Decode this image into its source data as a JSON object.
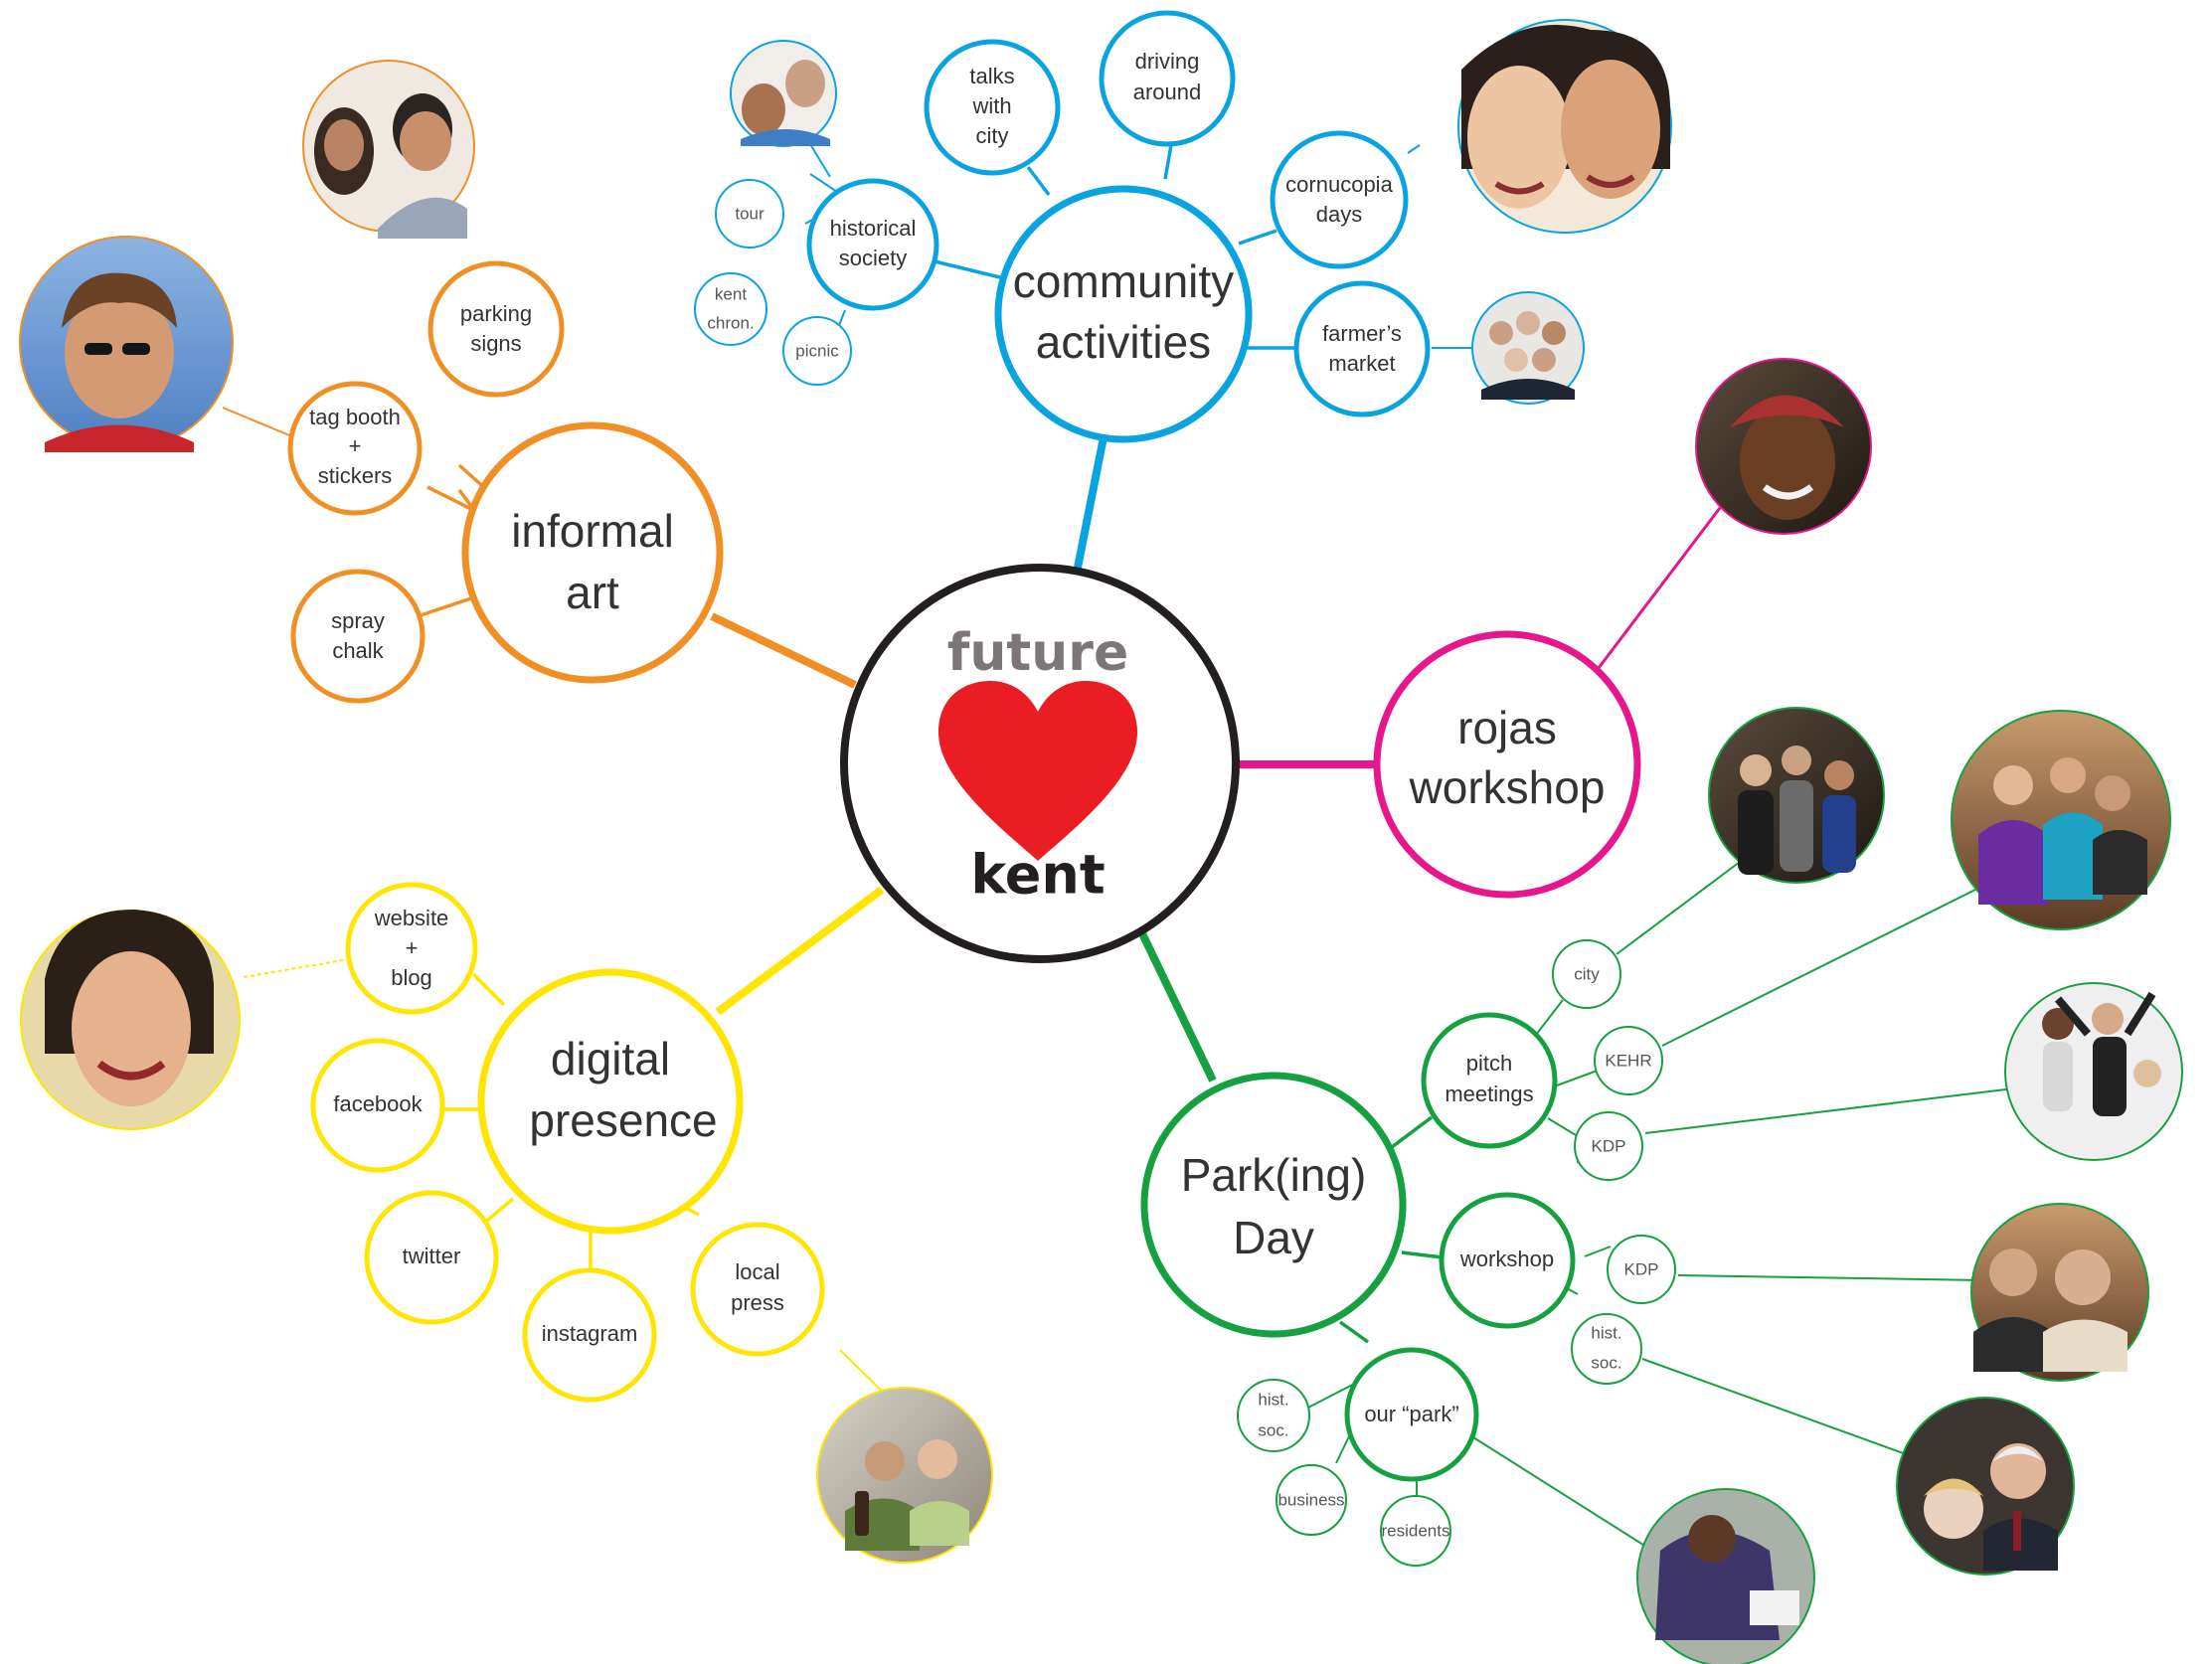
{
  "colors": {
    "hub_ring": "#231f20",
    "heart": "#ea1c24",
    "future_text": "#7d7679",
    "kent_text": "#231f20",
    "label_text": "#333333",
    "orange": "#f08f24",
    "blue": "#0aa3e2",
    "magenta": "#e6168b",
    "green": "#16a140",
    "yellow": "#ffe600"
  },
  "hub": {
    "top_word": "future",
    "bottom_word": "kent",
    "heart_icon": "heart-icon"
  },
  "branches": {
    "informal_art": {
      "color": "orange",
      "label": [
        "informal",
        "art"
      ],
      "children": {
        "parking_signs": [
          "parking",
          "signs"
        ],
        "tag_booth": [
          "tag booth",
          "+",
          "stickers"
        ],
        "spray_chalk": [
          "spray",
          "chalk"
        ]
      },
      "photos": {
        "parking_signs": "couple-photo",
        "tag_booth": "woman-sunglasses-photo"
      }
    },
    "community_activities": {
      "color": "blue",
      "label": [
        "community",
        "activities"
      ],
      "children": {
        "historical_society": [
          "historical",
          "society"
        ],
        "talks_with_city": [
          "talks",
          "with",
          "city"
        ],
        "driving_around": [
          "driving",
          "around"
        ],
        "cornucopia_days": [
          "cornucopia",
          "days"
        ],
        "farmers_market": [
          "farmer’s",
          "market"
        ]
      },
      "sub_children": {
        "tour": [
          "tour"
        ],
        "kent_chron": [
          "kent",
          "chron."
        ],
        "picnic": [
          "picnic"
        ]
      },
      "photos": {
        "historical_society": "two-men-photo",
        "cornucopia_days": "two-women-photo",
        "farmers_market": "business-group-photo"
      }
    },
    "rojas_workshop": {
      "color": "magenta",
      "label": [
        "rojas",
        "workshop"
      ],
      "photos": {
        "main": "smiling-girl-photo"
      }
    },
    "digital_presence": {
      "color": "yellow",
      "label": [
        "digital",
        "presence"
      ],
      "children": {
        "website_blog": [
          "website",
          "+",
          "blog"
        ],
        "facebook": [
          "facebook"
        ],
        "twitter": [
          "twitter"
        ],
        "instagram": [
          "instagram"
        ],
        "local_press": [
          "local",
          "press"
        ]
      },
      "photos": {
        "website_blog": "smiling-woman-photo",
        "local_press": "two-people-table-photo"
      }
    },
    "parking_day": {
      "color": "green",
      "label": [
        "Park(ing)",
        "Day"
      ],
      "children": {
        "pitch_meetings": [
          "pitch",
          "meetings"
        ],
        "workshop": [
          "workshop"
        ],
        "our_park": [
          "our “park”"
        ]
      },
      "sub_children": {
        "city": [
          "city"
        ],
        "kehr": [
          "KEHR"
        ],
        "kdp_pitch": [
          "KDP"
        ],
        "kdp_workshop": [
          "KDP"
        ],
        "hist_soc_workshop": [
          "hist.",
          "soc."
        ],
        "hist_soc_park": [
          "hist.",
          "soc."
        ],
        "business": [
          "business"
        ],
        "residents": [
          "residents"
        ]
      },
      "photos": {
        "city": "three-people-photo",
        "kehr": "audience-photo",
        "kdp_pitch": "dancers-photo",
        "kdp_workshop": "men-at-table-photo",
        "hist_soc_workshop": "older-couple-photo",
        "our_park": "man-writing-photo"
      }
    }
  }
}
